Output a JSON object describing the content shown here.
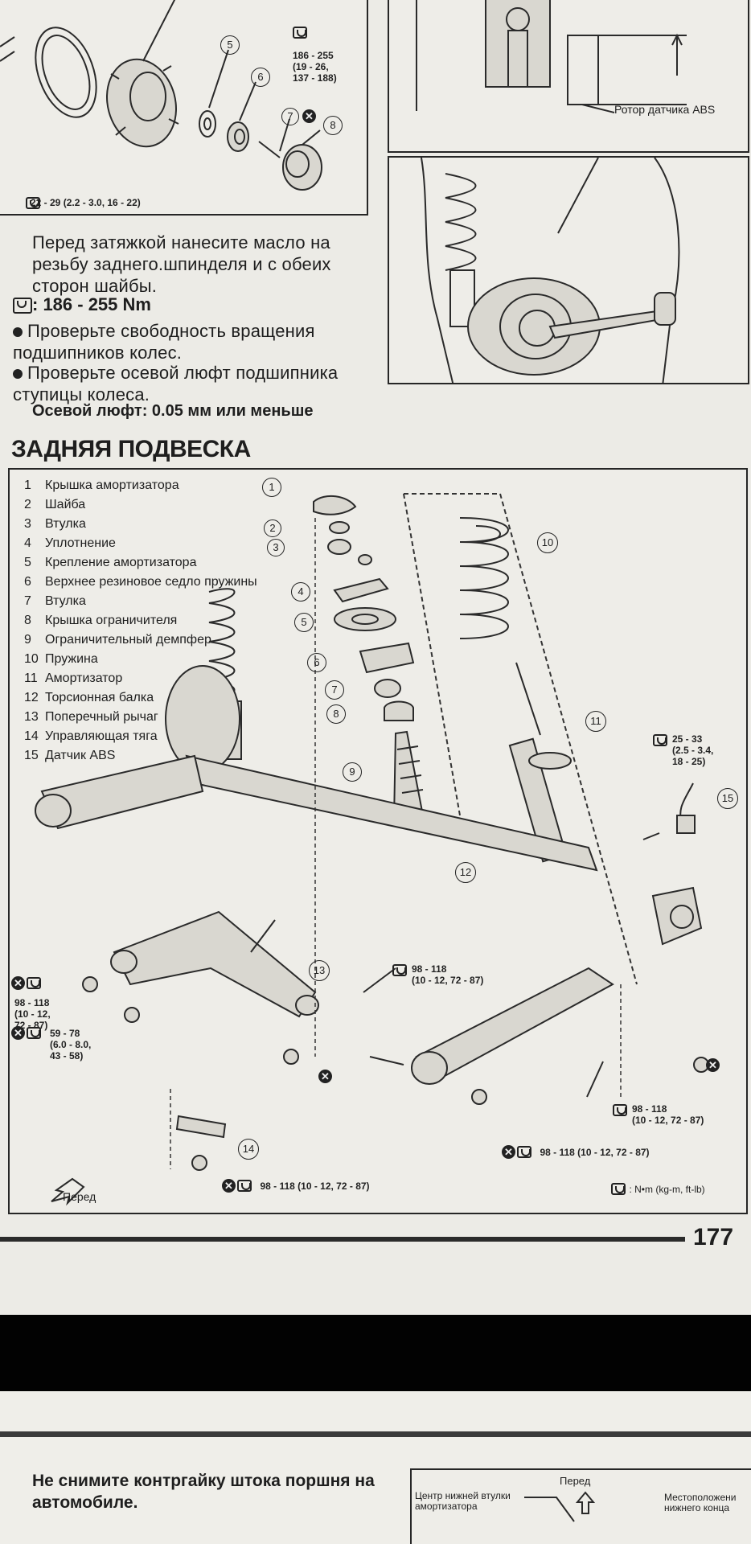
{
  "top_left_figure": {
    "torque_spec_top": "186 - 255\n(19 - 26,\n137 - 188)",
    "torque_spec_bottom": "22 - 29 (2.2 - 3.0, 16 - 22)",
    "callouts": [
      "5",
      "6",
      "7",
      "8"
    ]
  },
  "top_right_figure": {
    "abs_rotor_label": "Ротор датчика ABS"
  },
  "instructions": {
    "oil_note": "Перед затяжкой нанесите масло на резьбу заднего.шпинделя и с обеих сторон шайбы.",
    "torque_value": ": 186 - 255 Nm",
    "bullets": [
      "Проверьте свободность вращения подшипников колес.",
      "Проверьте осевой люфт подшипника ступицы колеса."
    ],
    "axial_play": "Осевой люфт: 0.05 мм или меньше"
  },
  "section": {
    "title": "ЗАДНЯЯ ПОДВЕСКА"
  },
  "legend": [
    {
      "n": "1",
      "label": "Крышка амортизатора"
    },
    {
      "n": "2",
      "label": "Шайба"
    },
    {
      "n": "3",
      "label": "Втулка"
    },
    {
      "n": "4",
      "label": "Уплотнение"
    },
    {
      "n": "5",
      "label": "Крепление амортизатора"
    },
    {
      "n": "6",
      "label": "Верхнее резиновое седло пружины"
    },
    {
      "n": "7",
      "label": "Втулка"
    },
    {
      "n": "8",
      "label": "Крышка ограничителя"
    },
    {
      "n": "9",
      "label": "Ограничительный демпфер"
    },
    {
      "n": "10",
      "label": "Пружина"
    },
    {
      "n": "11",
      "label": "Амортизатор"
    },
    {
      "n": "12",
      "label": "Торсионная балка"
    },
    {
      "n": "13",
      "label": "Поперечный рычаг"
    },
    {
      "n": "14",
      "label": "Управляющая тяга"
    },
    {
      "n": "15",
      "label": "Датчик ABS"
    }
  ],
  "diagram_callouts": {
    "parts": [
      "1",
      "2",
      "3",
      "4",
      "5",
      "6",
      "7",
      "8",
      "9",
      "10",
      "11",
      "12",
      "13",
      "14",
      "15"
    ],
    "torque_abs_sensor": "25 - 33\n(2.5 - 3.4,\n18 - 25)",
    "torque_left_1": "98 - 118\n(10 - 12,\n72 - 87)",
    "torque_left_2": "59 - 78\n(6.0 - 8.0,\n43 - 58)",
    "torque_center": "98 - 118\n(10 - 12, 72 - 87)",
    "torque_right": "98 - 118\n(10 - 12, 72 - 87)",
    "torque_bottom_right": "98 - 118 (10 - 12, 72 - 87)",
    "torque_bottom_center": "98 - 118 (10 - 12, 72 - 87)",
    "front_label": "Перед",
    "units_legend": ": N•m (kg-m, ft-lb)"
  },
  "page_number": "177",
  "next_page": {
    "warning": "Не снимите контргайку штока поршня на автомобиле.",
    "fig_front": "Перед",
    "fig_bushing_center": "Центр нижней втулки амортизатора",
    "fig_location": "Местоположени нижнего конца"
  }
}
